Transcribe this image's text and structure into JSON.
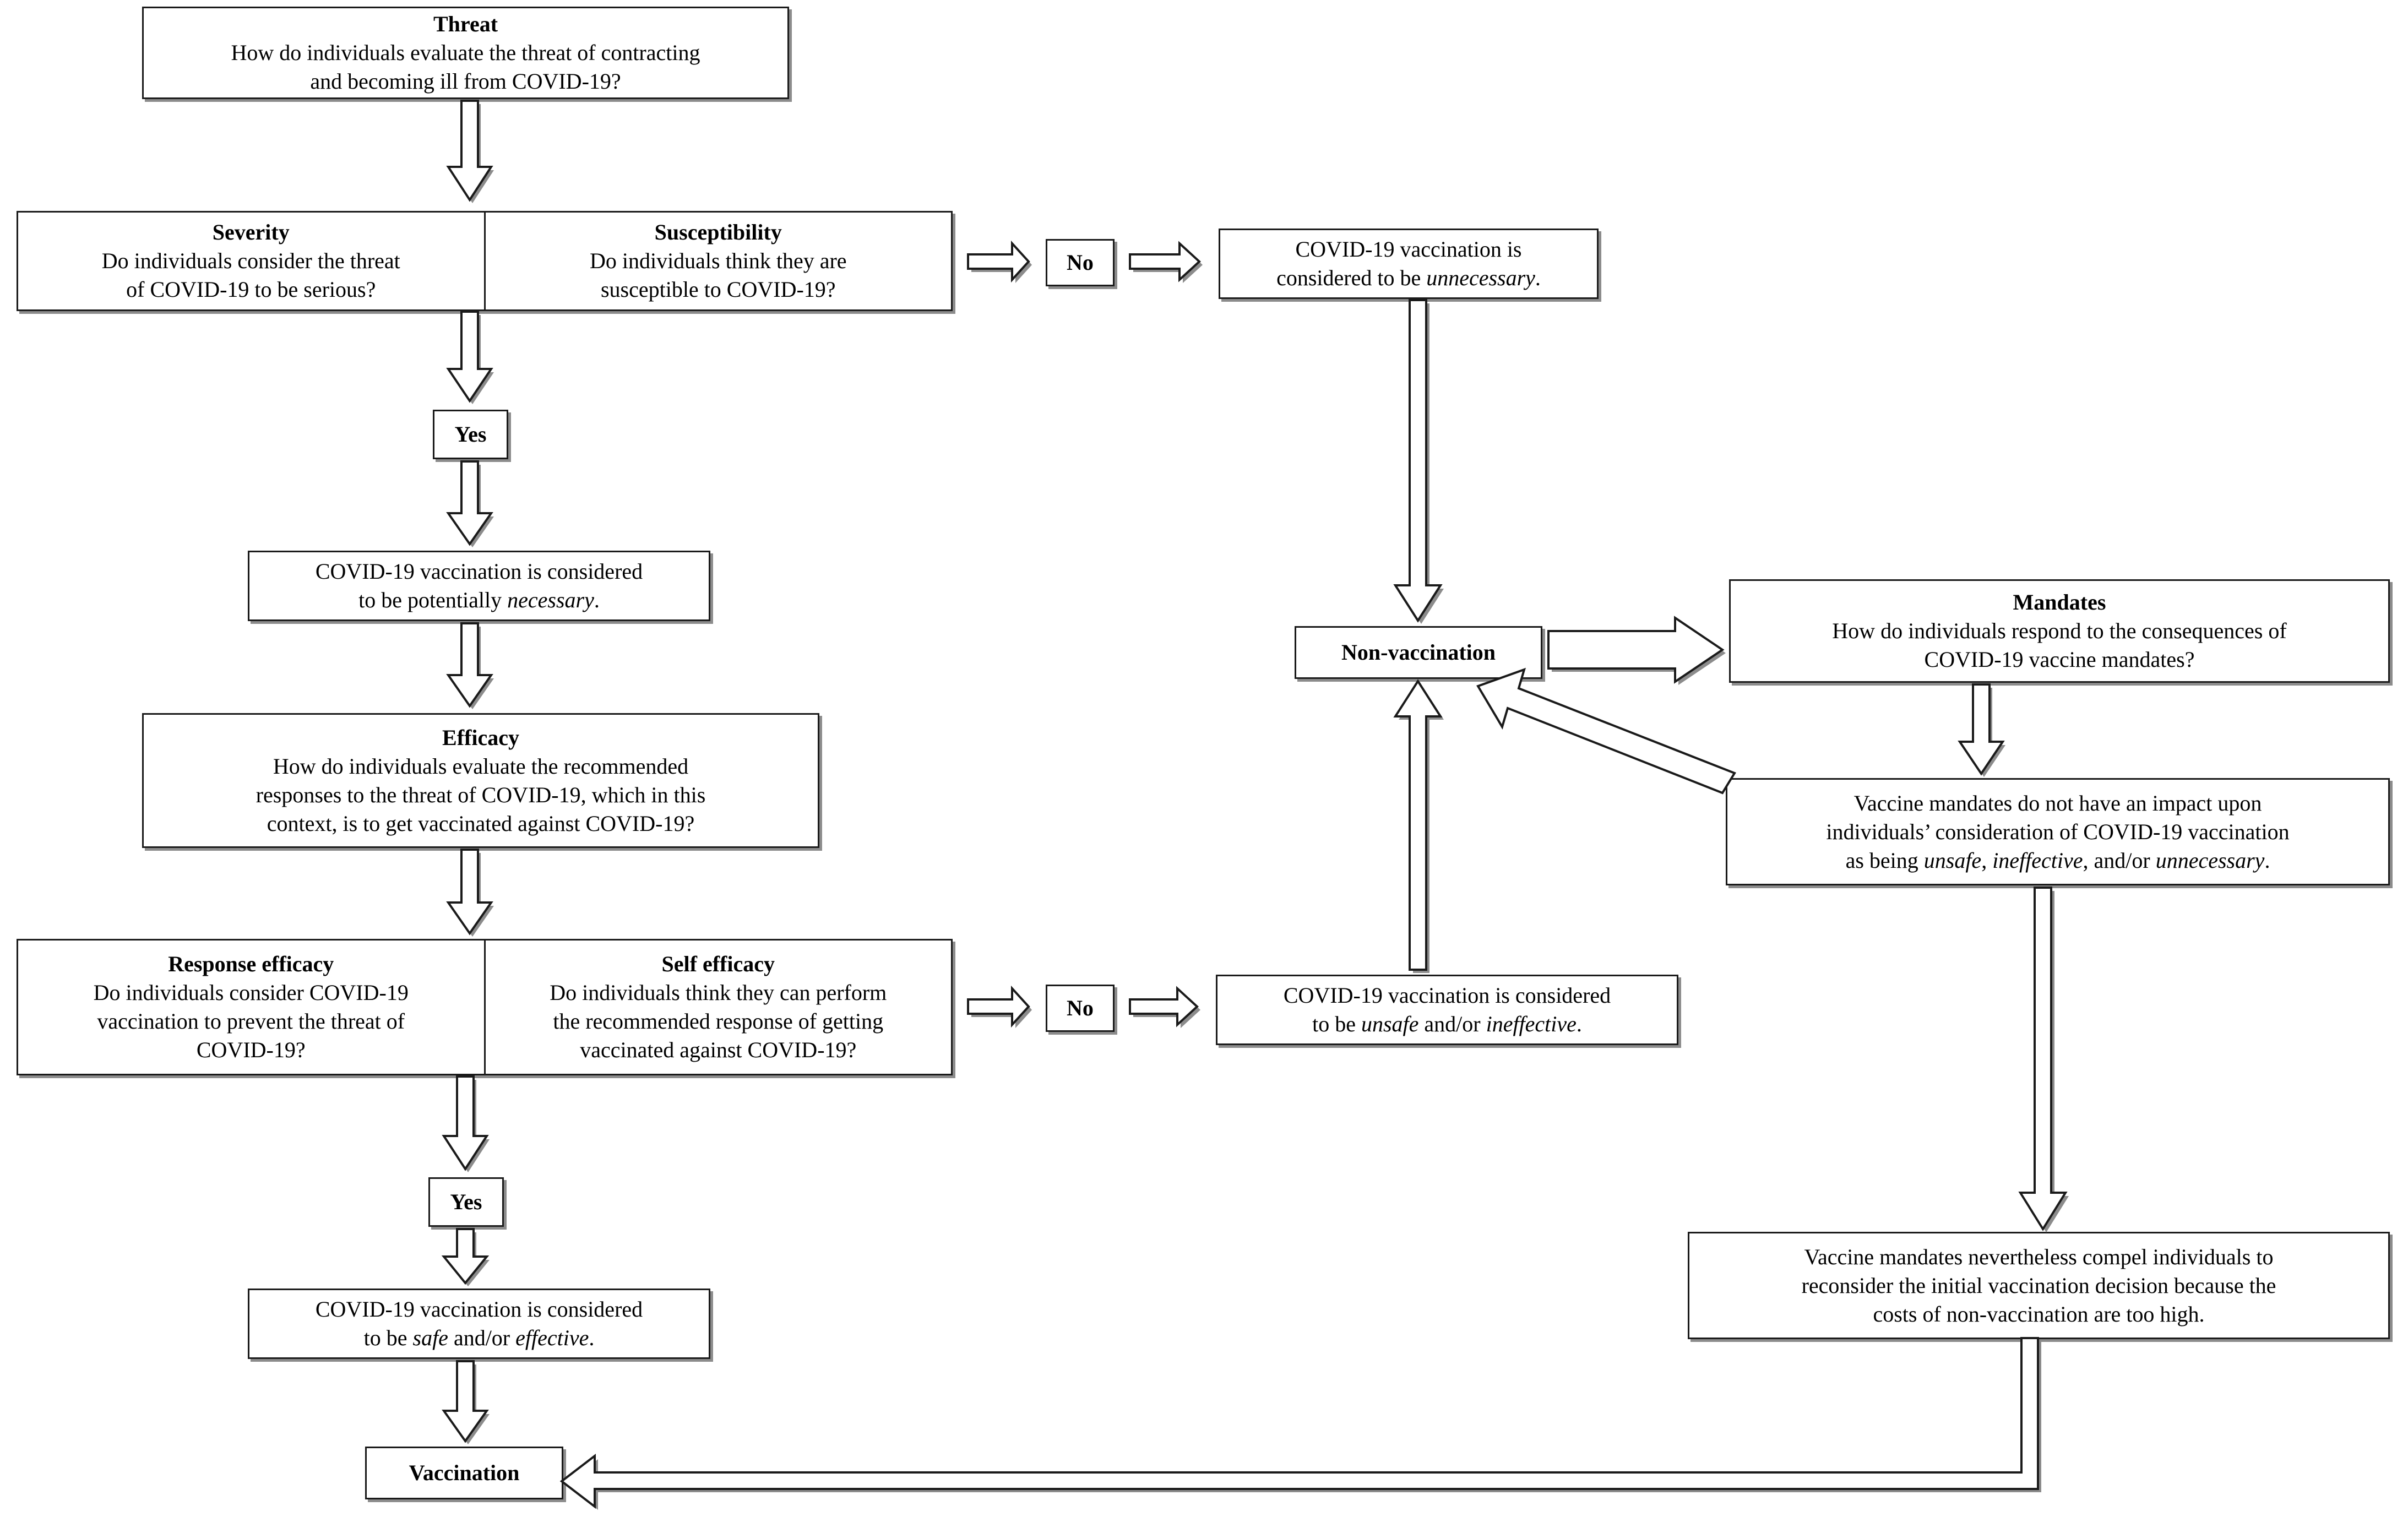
{
  "figure": {
    "title": "COVID-19 vaccination decision-making flowchart",
    "type": "flowchart"
  },
  "nodes": {
    "threat": {
      "header": "Threat",
      "body_line1": "How do individuals evaluate the threat of contracting",
      "body_line2": "and becoming ill from COVID-19?"
    },
    "severity": {
      "header": "Severity",
      "body_line1": "Do individuals consider the threat",
      "body_line2": "of COVID-19 to be serious?"
    },
    "susceptibility": {
      "header": "Susceptibility",
      "body_line1": "Do individuals think they are",
      "body_line2": "susceptible to COVID-19?"
    },
    "threat_no_label": "No",
    "unnecessary": {
      "line1": "COVID-19 vaccination is",
      "line2_pre": "considered to be ",
      "line2_em": "unnecessary",
      "line2_post": "."
    },
    "threat_yes_label": "Yes",
    "potentially_necessary": {
      "line1": "COVID-19 vaccination is considered",
      "line2_pre": "to be potentially ",
      "line2_em": "necessary",
      "line2_post": "."
    },
    "efficacy": {
      "header": "Efficacy",
      "body_line1": "How do individuals evaluate the recommended",
      "body_line2": "responses to the threat of COVID-19, which in this",
      "body_line3": "context, is to get vaccinated against COVID-19?"
    },
    "response_efficacy": {
      "header": "Response efficacy",
      "body_line1": "Do individuals consider COVID-19",
      "body_line2": "vaccination to prevent the threat of",
      "body_line3": "COVID-19?"
    },
    "self_efficacy": {
      "header": "Self efficacy",
      "body_line1": "Do individuals think they can perform",
      "body_line2": "the recommended  response of getting",
      "body_line3": "vaccinated against COVID-19?"
    },
    "efficacy_no_label": "No",
    "unsafe_ineffective": {
      "line1": "COVID-19 vaccination is considered",
      "line2_pre": "to be ",
      "line2_em1": "unsafe",
      "line2_mid": " and/or ",
      "line2_em2": "ineffective",
      "line2_post": "."
    },
    "efficacy_yes_label": "Yes",
    "safe_effective": {
      "line1": "COVID-19 vaccination is considered",
      "line2_pre": "to be ",
      "line2_em1": "safe",
      "line2_mid": " and/or ",
      "line2_em2": "effective",
      "line2_post": "."
    },
    "vaccination": "Vaccination",
    "non_vaccination": "Non-vaccination",
    "mandates": {
      "header": "Mandates",
      "body_line1": "How do individuals respond to the consequences of",
      "body_line2": "COVID-19 vaccine mandates?"
    },
    "no_impact": {
      "line1": "Vaccine mandates do not have an impact upon",
      "line2": "individuals’ consideration of COVID-19 vaccination",
      "line3_pre": "as being ",
      "line3_em1": "unsafe",
      "line3_mid1": ", ",
      "line3_em2": "ineffective",
      "line3_mid2": ", and/or ",
      "line3_em3": "unnecessary",
      "line3_post": "."
    },
    "compel": {
      "line1": "Vaccine mandates nevertheless compel individuals to",
      "line2": "reconsider the initial vaccination decision because the",
      "line3": "costs of non-vaccination are too high."
    }
  },
  "edges": [
    {
      "name": "threat-to-severity",
      "from": "threat",
      "to": "severity-susceptibility",
      "direction": "down"
    },
    {
      "name": "threat-to-no",
      "from": "susceptibility",
      "to": "threat-no-label",
      "direction": "right"
    },
    {
      "name": "no-to-unnecessary",
      "from": "threat-no-label",
      "to": "unnecessary",
      "direction": "right"
    },
    {
      "name": "severity-to-yes",
      "from": "severity-susceptibility",
      "to": "threat-yes-label",
      "direction": "down"
    },
    {
      "name": "yes-to-potentially-necessary",
      "from": "threat-yes-label",
      "to": "potentially-necessary",
      "direction": "down"
    },
    {
      "name": "potentially-necessary-to-efficacy",
      "from": "potentially-necessary",
      "to": "efficacy",
      "direction": "down"
    },
    {
      "name": "efficacy-to-response-efficacy",
      "from": "efficacy",
      "to": "response-self-efficacy",
      "direction": "down"
    },
    {
      "name": "self-efficacy-to-no",
      "from": "self-efficacy",
      "to": "efficacy-no-label",
      "direction": "right"
    },
    {
      "name": "no-to-unsafe",
      "from": "efficacy-no-label",
      "to": "unsafe-ineffective",
      "direction": "right"
    },
    {
      "name": "response-efficacy-to-yes",
      "from": "response-self-efficacy",
      "to": "efficacy-yes-label",
      "direction": "down"
    },
    {
      "name": "yes-to-safe-effective",
      "from": "efficacy-yes-label",
      "to": "safe-effective",
      "direction": "down"
    },
    {
      "name": "safe-effective-to-vaccination",
      "from": "safe-effective",
      "to": "vaccination",
      "direction": "down"
    },
    {
      "name": "unnecessary-to-non-vaccination",
      "from": "unnecessary",
      "to": "non-vaccination",
      "direction": "down"
    },
    {
      "name": "unsafe-to-non-vaccination",
      "from": "unsafe-ineffective",
      "to": "non-vaccination",
      "direction": "up"
    },
    {
      "name": "non-vaccination-to-mandates",
      "from": "non-vaccination",
      "to": "mandates",
      "direction": "right"
    },
    {
      "name": "mandates-to-no-impact",
      "from": "mandates",
      "to": "no-impact",
      "direction": "down"
    },
    {
      "name": "no-impact-to-non-vaccination",
      "from": "no-impact",
      "to": "non-vaccination",
      "direction": "up-left"
    },
    {
      "name": "no-impact-to-compel",
      "from": "no-impact",
      "to": "compel",
      "direction": "down"
    },
    {
      "name": "compel-to-vaccination",
      "from": "compel",
      "to": "vaccination",
      "direction": "left"
    }
  ]
}
